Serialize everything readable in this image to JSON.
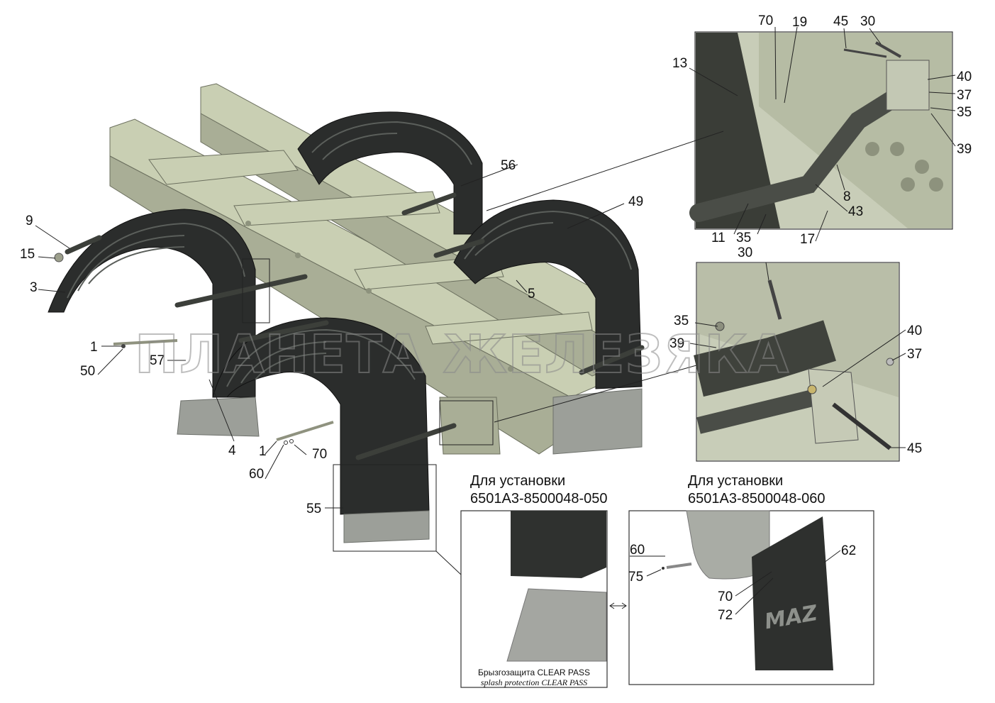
{
  "watermark": "ПЛАНЕТА ЖЕЛЕЗЯКА",
  "callouts": {
    "c9": "9",
    "c15": "15",
    "c3": "3",
    "c1a": "1",
    "c50": "50",
    "c57": "57",
    "c4": "4",
    "c1b": "1",
    "c60a": "60",
    "c70a": "70",
    "c55": "55",
    "c56": "56",
    "c49": "49",
    "c5": "5",
    "d70": "70",
    "d19": "19",
    "d45": "45",
    "d30": "30",
    "d13": "13",
    "d40": "40",
    "d37": "37",
    "d35": "35",
    "d39": "39",
    "d8": "8",
    "d43": "43",
    "d11": "11",
    "d35b": "35",
    "d17": "17",
    "e30": "30",
    "e35": "35",
    "e40": "40",
    "e39": "39",
    "e37": "37",
    "e45": "45",
    "f60": "60",
    "f75": "75",
    "f70": "70",
    "f72": "72",
    "f62": "62"
  },
  "option_a": {
    "heading_line1": "Для установки",
    "heading_line2": "6501А3-8500048-050",
    "caption_ru": "Брызгозащита CLEAR PASS",
    "caption_en": "splash protection CLEAR PASS"
  },
  "option_b": {
    "heading_line1": "Для установки",
    "heading_line2": "6501А3-8500048-060",
    "mudflap_logo": "MAZ"
  },
  "colors": {
    "frame_green": "#c9cfb3",
    "fender_black": "#2b2d2c",
    "flap_grey": "#9c9f99"
  }
}
